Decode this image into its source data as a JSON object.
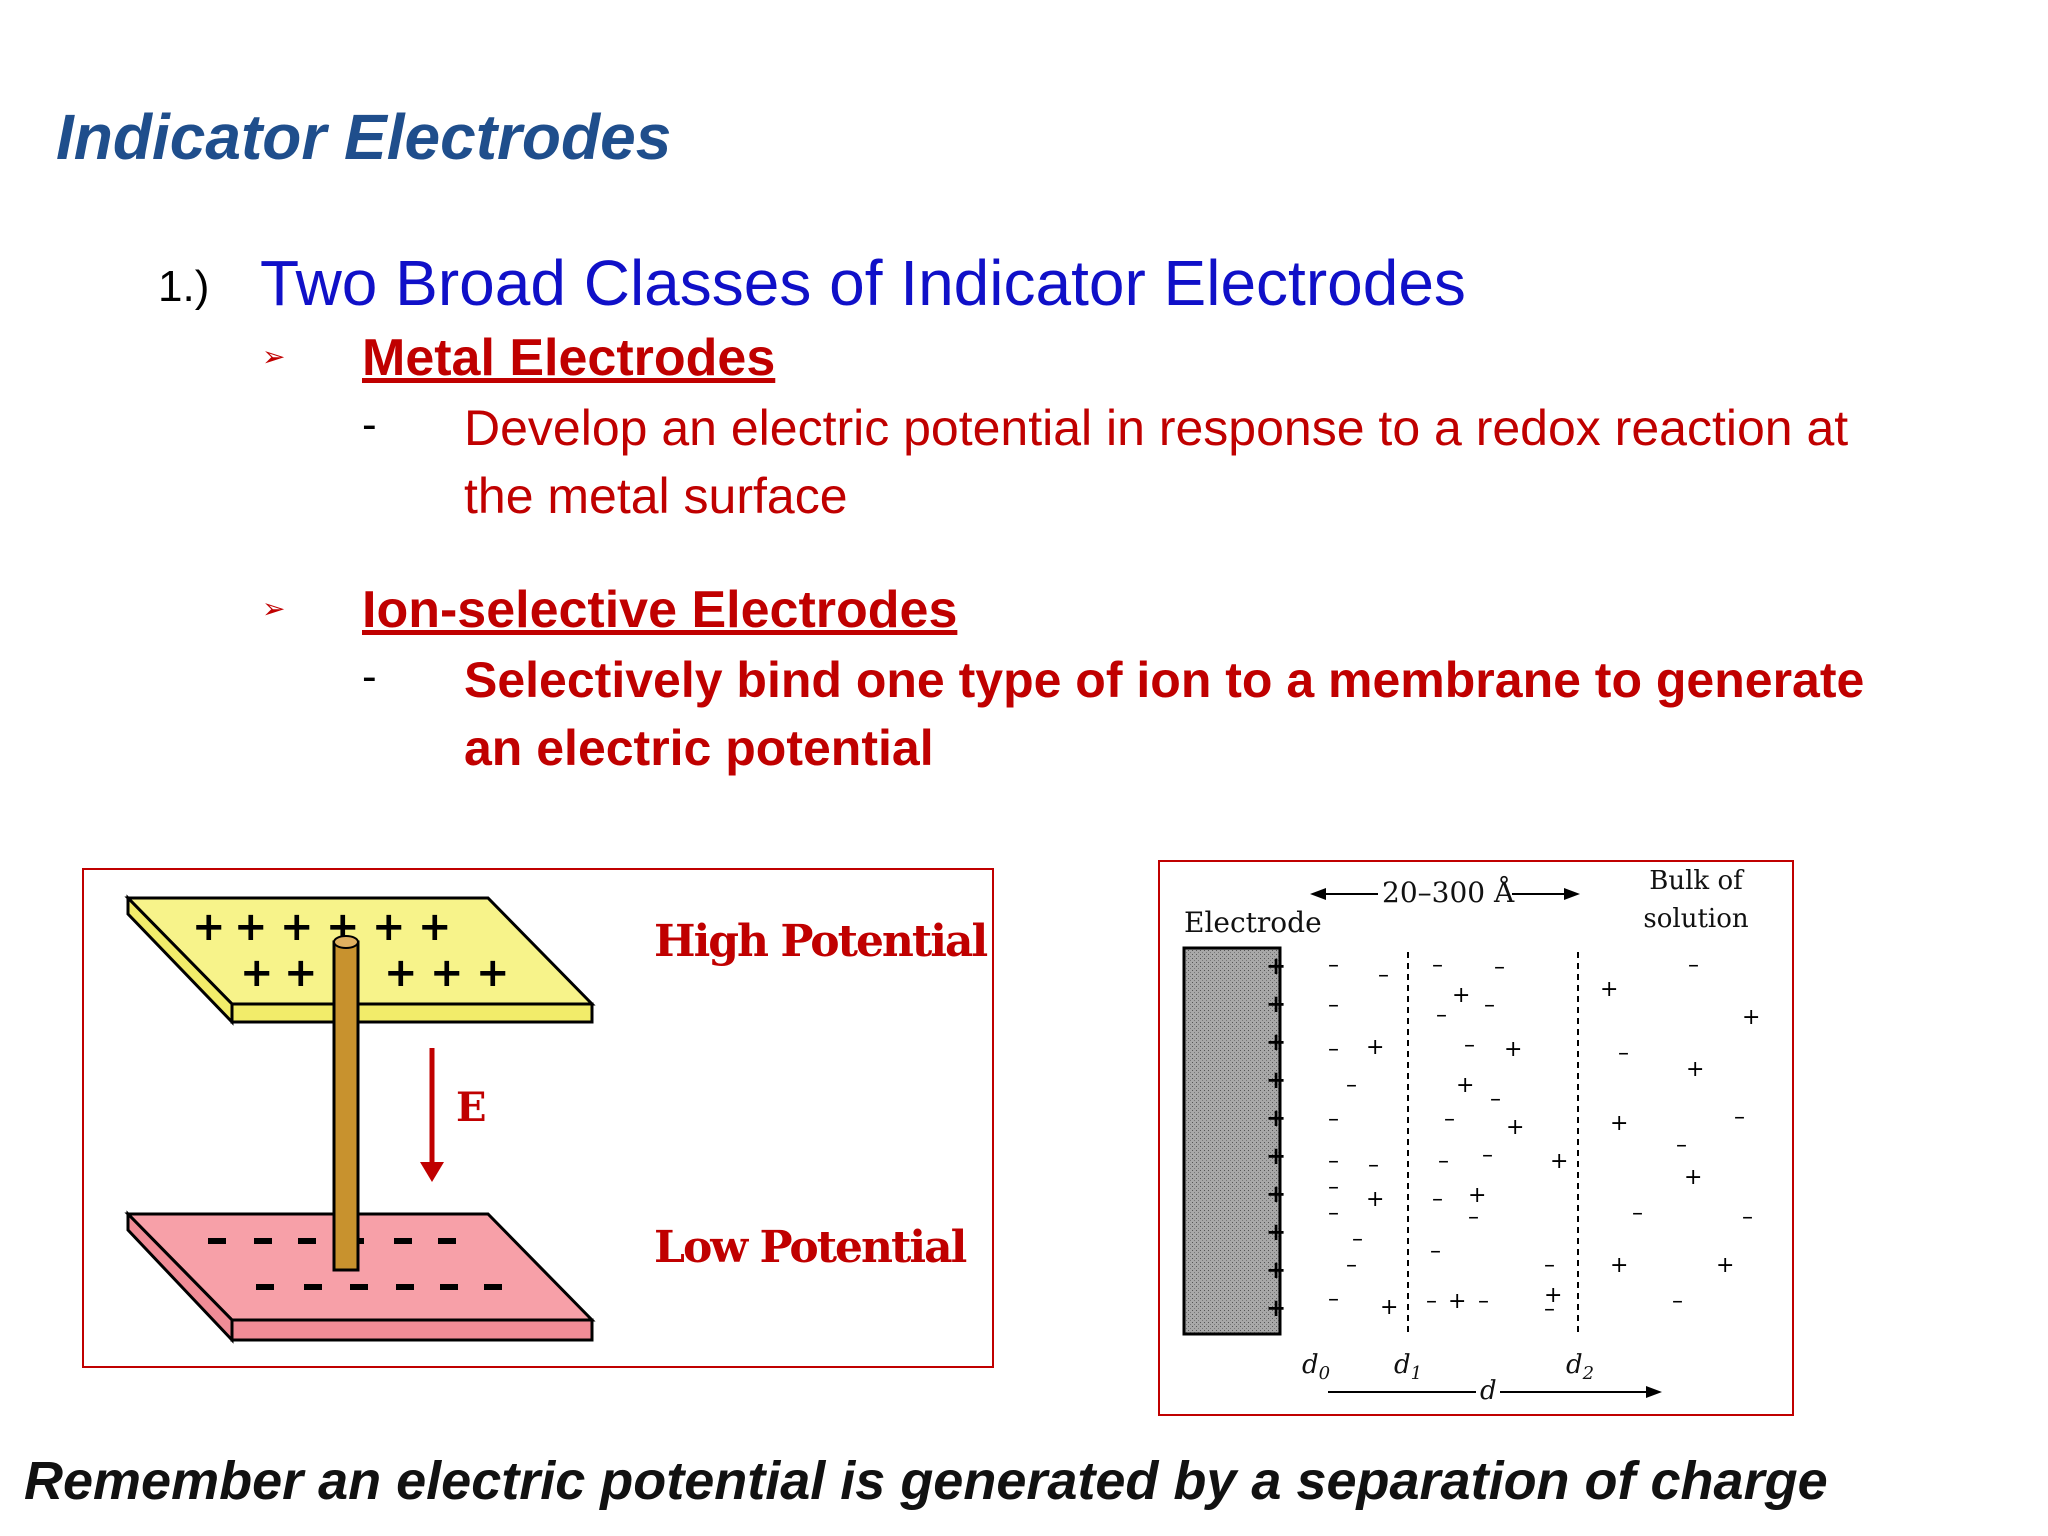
{
  "slide": {
    "title": "Indicator Electrodes",
    "point_number": "1.)",
    "point_heading": "Two Broad Classes of Indicator Electrodes",
    "classes": [
      {
        "arrow": "➢",
        "name": "Metal Electrodes",
        "dash": "-",
        "description": "Develop an electric potential in response to a redox reaction at the metal surface"
      },
      {
        "arrow": "➢",
        "name": "Ion-selective Electrodes",
        "dash": "-",
        "description": "Selectively bind one type of ion to a membrane to generate an electric potential"
      }
    ],
    "footer": "Remember an electric potential is generated by a separation of charge"
  },
  "figure_left": {
    "high_label": "High Potential",
    "low_label": "Low Potential",
    "field_label": "E",
    "colors": {
      "top_plate": "#f7f38a",
      "bottom_plate": "#f7a0a8",
      "rod": "#c8922e"
    }
  },
  "figure_right": {
    "electrode_label": "Electrode",
    "range_label": "20–300 Å",
    "bulk_label_line1": "Bulk of",
    "bulk_label_line2": "solution",
    "d0": "d",
    "d0_sub": "0",
    "d1": "d",
    "d1_sub": "1",
    "d2": "d",
    "d2_sub": "2",
    "d_axis": "d"
  }
}
